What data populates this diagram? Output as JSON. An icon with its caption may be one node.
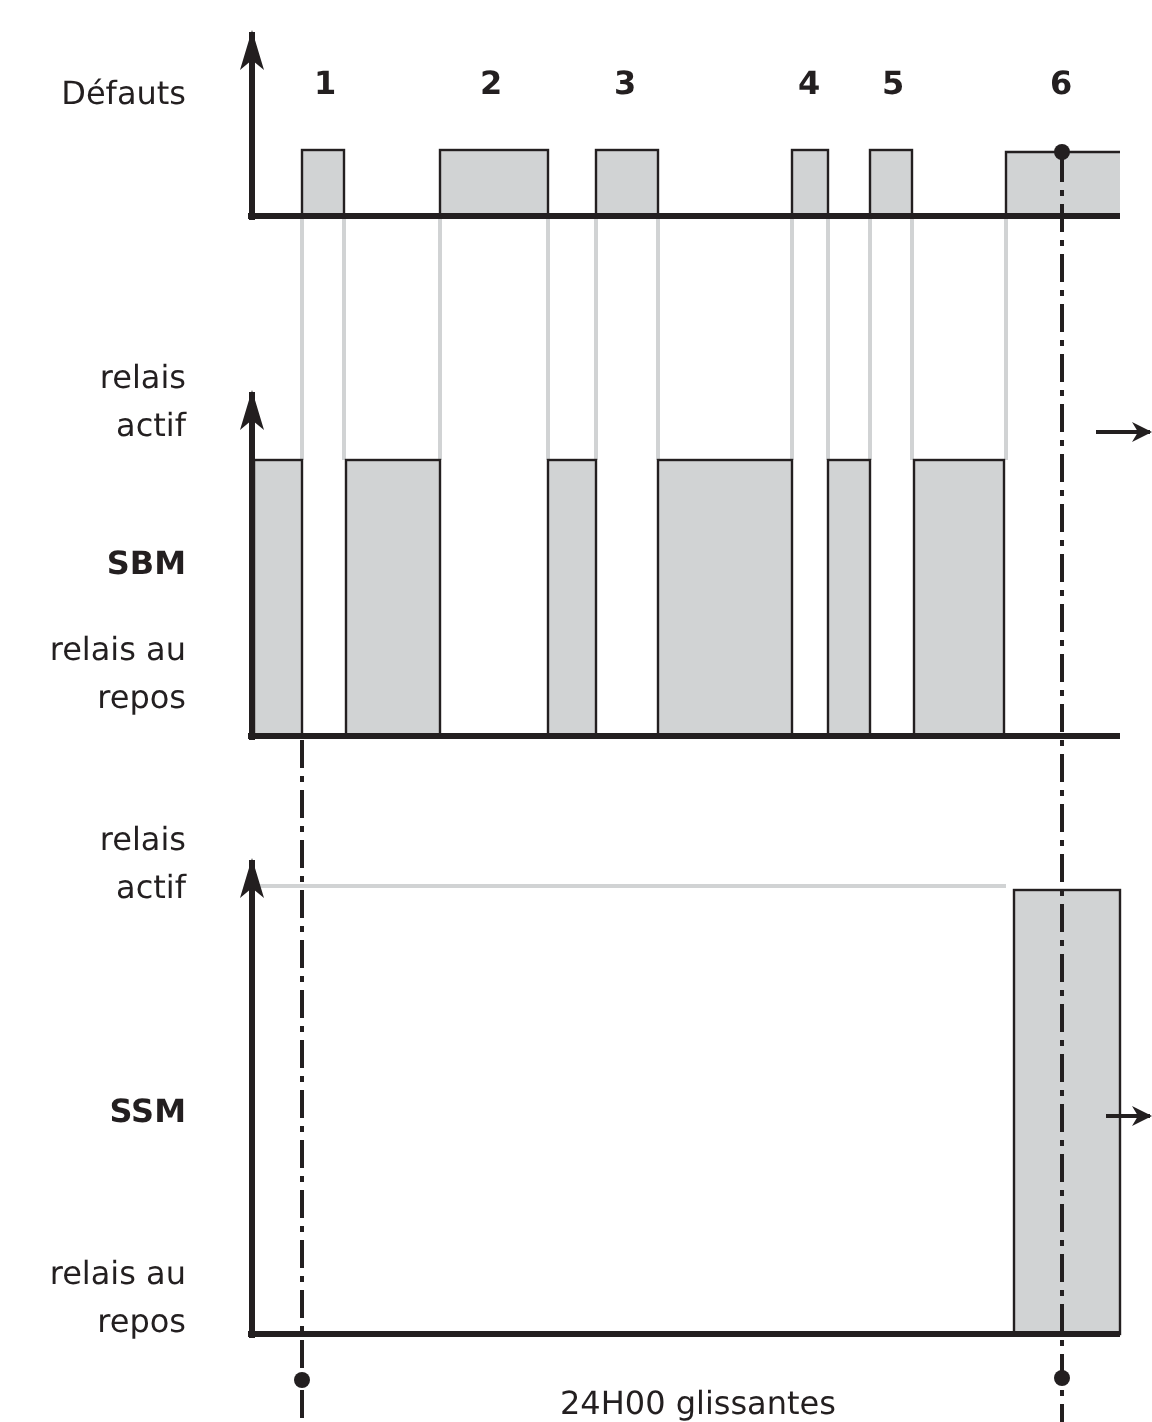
{
  "diagram": {
    "labels": [
      "Défauts",
      "1",
      "2",
      "3",
      "4",
      "5",
      "6",
      "relais actif",
      "SBM",
      "relais au repos",
      "relais actif",
      "SSM",
      "relais au repos",
      "24H00 glissantes"
    ]
  }
}
